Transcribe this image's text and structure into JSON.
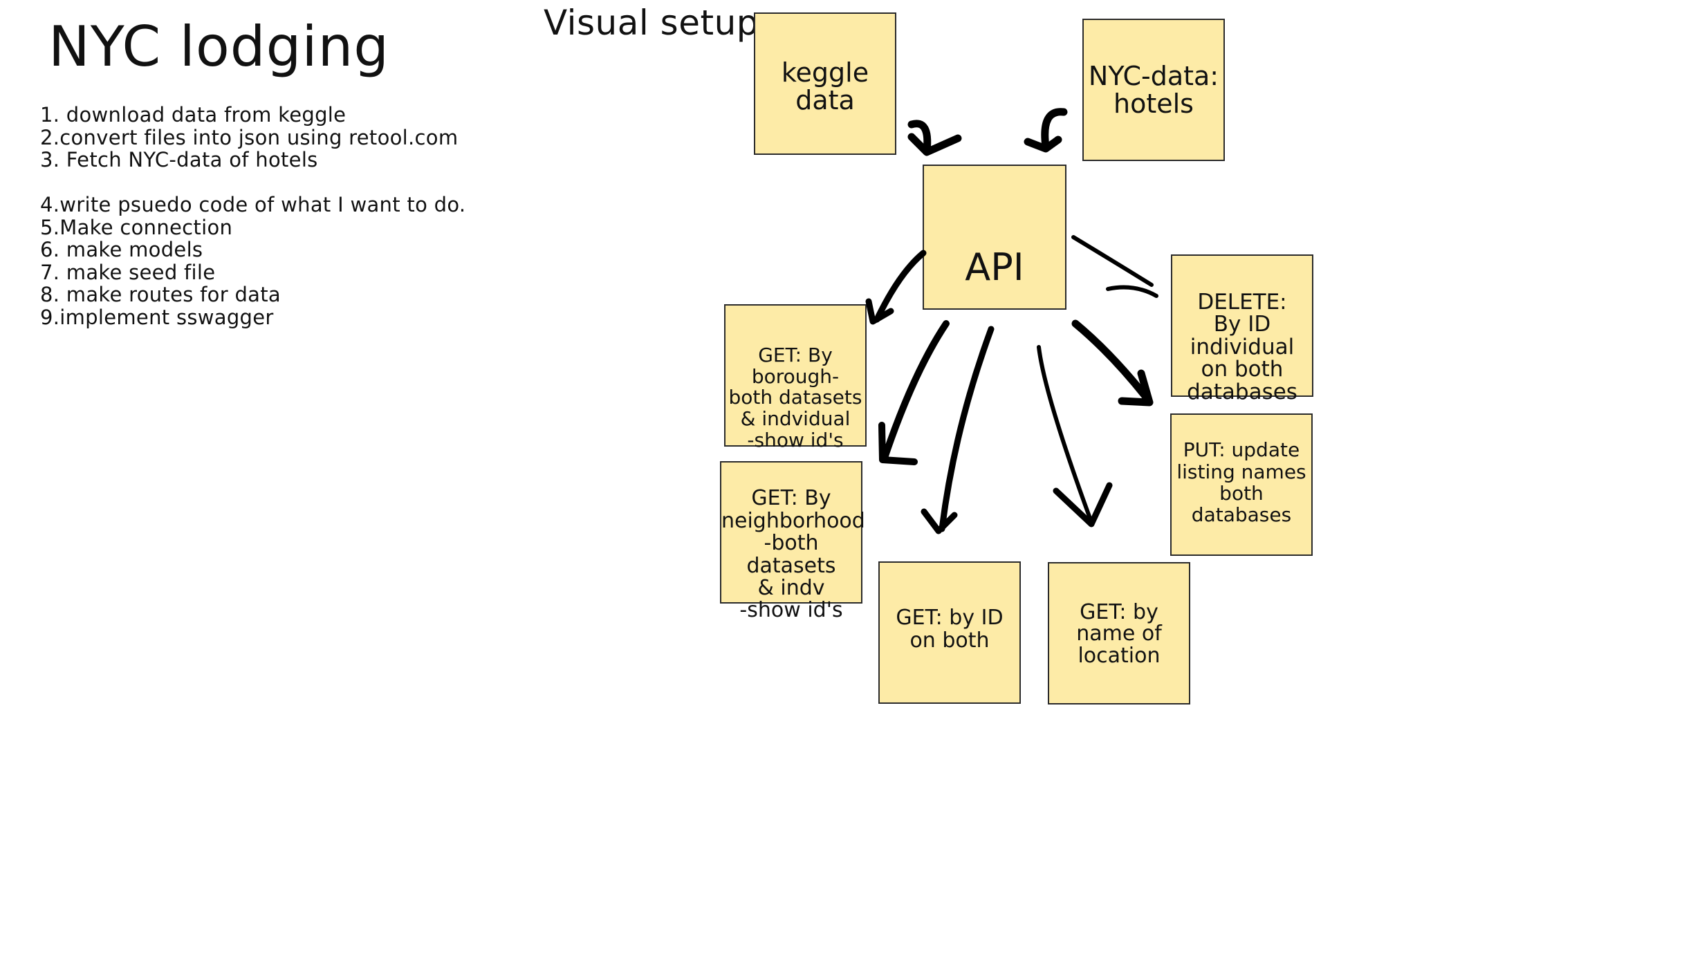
{
  "page_title": "NYC lodging",
  "steps": [
    "1. download data from keggle",
    "2.convert files into json using retool.com",
    "3. Fetch NYC-data of hotels",
    "",
    "4.write psuedo code of what I want to do.",
    "5.Make connection",
    "6. make models",
    "7. make seed file",
    "8. make routes for data",
    "9.implement sswagger"
  ],
  "diagram": {
    "title": "Visual setup",
    "note_color": "#fdeba7",
    "arrow_color": "#000000",
    "notes": {
      "keggle": "keggle\ndata",
      "nyc_data": "NYC-data:\nhotels",
      "api": "API",
      "delete": "DELETE:\nBy ID\nindividual\non both\ndatabases",
      "put": "PUT: update\nlisting names\nboth\ndatabases",
      "get_borough": "GET: By\nborough-\nboth datasets\n& indvidual\n-show id's",
      "get_neighborhood": "GET: By\nneighborhood\n-both datasets\n& indv\n-show id's",
      "get_id": "GET: by ID\non both",
      "get_name": "GET: by\nname of\nlocation"
    }
  }
}
